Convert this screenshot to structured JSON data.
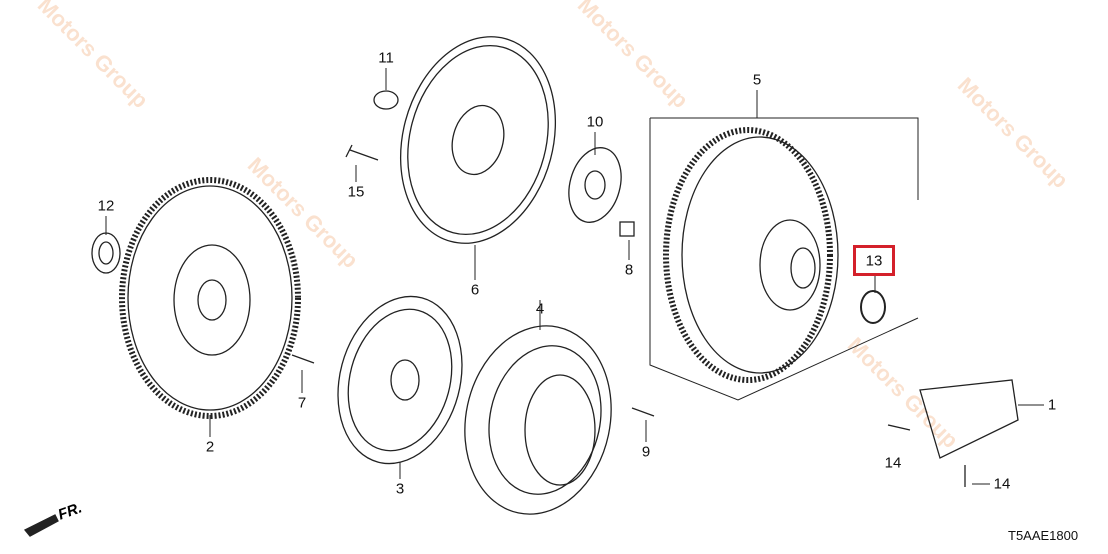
{
  "callouts": {
    "c1": "1",
    "c2": "2",
    "c3": "3",
    "c4": "4",
    "c5": "5",
    "c6": "6",
    "c7": "7",
    "c8": "8",
    "c9": "9",
    "c10": "10",
    "c11": "11",
    "c12": "12",
    "c13": "13",
    "c14a": "14",
    "c14b": "14",
    "c15": "15"
  },
  "highlight": {
    "part": "13",
    "color": "#d4202a"
  },
  "direction_label": "FR.",
  "diagram_code": "T5AAE1800",
  "watermark": "Motors Group"
}
